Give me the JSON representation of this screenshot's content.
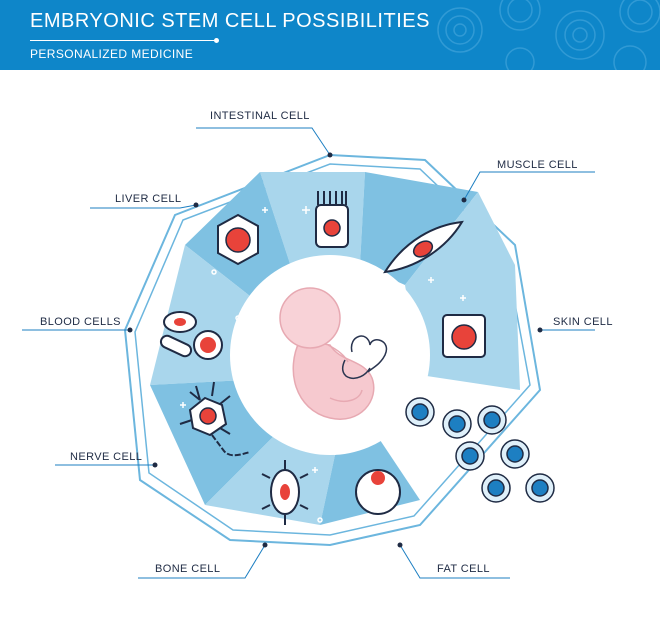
{
  "header": {
    "title": "EMBRYONIC STEM CELL POSSIBILITIES",
    "subtitle": "PERSONALIZED MEDICINE"
  },
  "labels": {
    "intestinal": "INTESTINAL CELL",
    "muscle": "MUSCLE CELL",
    "liver": "LIVER CELL",
    "skin": "SKIN CELL",
    "blood": "BLOOD CELLS",
    "nerve": "NERVE CELL",
    "bone": "BONE CELL",
    "fat": "FAT CELL"
  },
  "colors": {
    "header": "#0e86c9",
    "segment_light": "#a9d6ec",
    "segment_dark": "#7fc1e2",
    "outline": "#1f2b44",
    "nucleus": "#e8433a",
    "stem_cell": "#1d7fc2",
    "embryo": "#f6c9cf"
  }
}
